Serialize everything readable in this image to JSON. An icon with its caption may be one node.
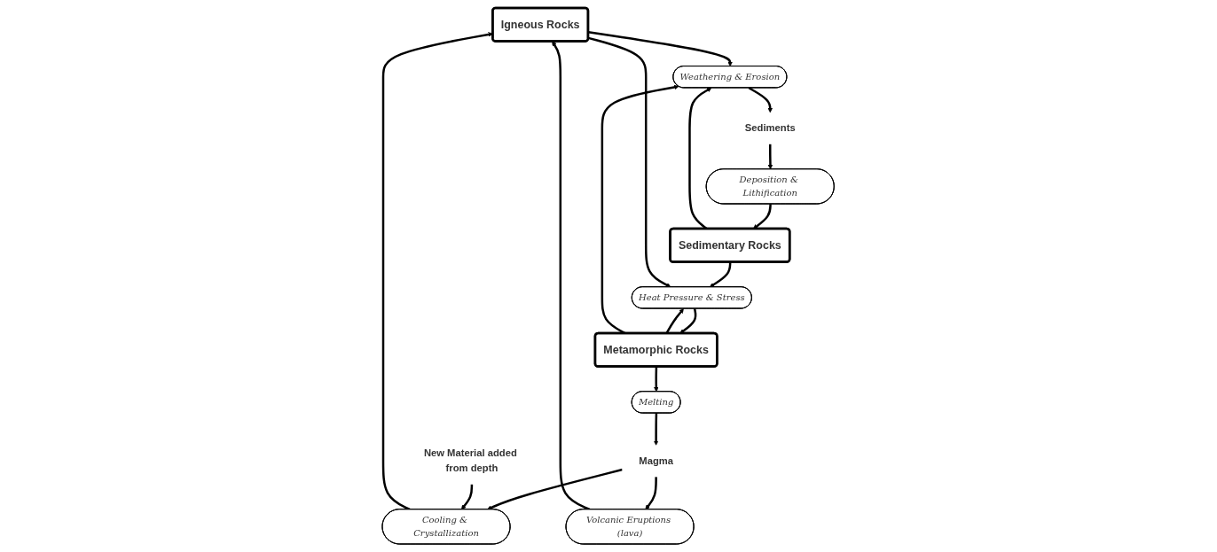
{
  "diagram": {
    "nodes": [
      {
        "text": [
          "Igneous Rocks"
        ]
      },
      {
        "text": [
          "Weathering & Erosion"
        ]
      },
      {
        "text": [
          "Sediments"
        ]
      },
      {
        "text": [
          "Deposition & Lithification"
        ]
      },
      {
        "text": [
          "Sedimentary Rocks"
        ]
      },
      {
        "text": [
          "Heat Pressure & Stress"
        ]
      },
      {
        "text": [
          "Metamorphic Rocks"
        ]
      },
      {
        "text": [
          "Melting"
        ]
      },
      {
        "text": [
          "Magma"
        ]
      },
      {
        "text": [
          "Cooling & Crystallization"
        ]
      },
      {
        "text": [
          "Volcanic Eruptions (lava)"
        ]
      },
      {
        "text": [
          "New Material added from depth"
        ]
      }
    ],
    "edges": [
      {
        "from": 0,
        "to": 1,
        "arrow": "to"
      },
      {
        "from": 1,
        "to": 2,
        "arrow": "to"
      },
      {
        "from": 2,
        "to": 3,
        "arrow": "to"
      },
      {
        "from": 3,
        "to": 4,
        "arrow": "to"
      },
      {
        "from": 4,
        "to": 5,
        "arrow": "to"
      },
      {
        "from": 5,
        "to": 6,
        "arrow": "to"
      },
      {
        "from": 6,
        "to": 7,
        "arrow": "to"
      },
      {
        "from": 7,
        "to": 8,
        "arrow": "to"
      },
      {
        "from": 8,
        "to": 9,
        "arrow": "to"
      },
      {
        "from": 8,
        "to": 10,
        "arrow": "to"
      },
      {
        "from": 9,
        "to": 0,
        "arrow": "to"
      },
      {
        "from": 10,
        "to": 0,
        "arrow": "to"
      },
      {
        "from": 11,
        "to": 9,
        "arrow": "to"
      },
      {
        "from": 0,
        "to": 5,
        "arrow": "to"
      },
      {
        "from": 6,
        "to": 5,
        "arrow": "to"
      },
      {
        "from": 6,
        "to": 1,
        "arrow": "to"
      },
      {
        "from": 4,
        "to": 1,
        "arrow": "to"
      }
    ]
  }
}
